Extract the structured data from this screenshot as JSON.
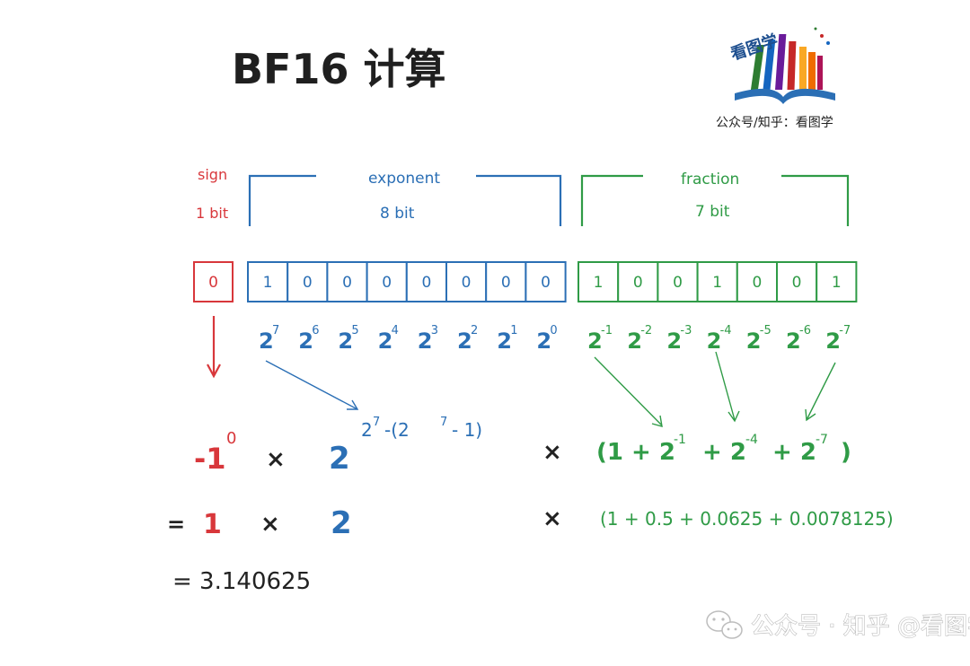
{
  "title": "BF16  计算",
  "brand": {
    "logo_text": "看图学",
    "caption": "公众号/知乎：看图学"
  },
  "fields": {
    "sign": {
      "name": "sign",
      "bits": "1 bit",
      "color": "#d8373b"
    },
    "exponent": {
      "name": "exponent",
      "bits": "8 bit",
      "color": "#2b6fb5"
    },
    "fraction": {
      "name": "fraction",
      "bits": "7 bit",
      "color": "#2f9b46"
    }
  },
  "bits": {
    "sign": [
      "0"
    ],
    "exponent": [
      "1",
      "0",
      "0",
      "0",
      "0",
      "0",
      "0",
      "0"
    ],
    "fraction": [
      "1",
      "0",
      "0",
      "1",
      "0",
      "0",
      "1"
    ]
  },
  "weights": {
    "exponent": [
      {
        "base": "2",
        "exp": "7"
      },
      {
        "base": "2",
        "exp": "6"
      },
      {
        "base": "2",
        "exp": "5"
      },
      {
        "base": "2",
        "exp": "4"
      },
      {
        "base": "2",
        "exp": "3"
      },
      {
        "base": "2",
        "exp": "2"
      },
      {
        "base": "2",
        "exp": "1"
      },
      {
        "base": "2",
        "exp": "0"
      }
    ],
    "fraction": [
      {
        "base": "2",
        "exp": "-1"
      },
      {
        "base": "2",
        "exp": "-2"
      },
      {
        "base": "2",
        "exp": "-3"
      },
      {
        "base": "2",
        "exp": "-4"
      },
      {
        "base": "2",
        "exp": "-5"
      },
      {
        "base": "2",
        "exp": "-6"
      },
      {
        "base": "2",
        "exp": "-7"
      }
    ]
  },
  "formula1": {
    "sign_base": "-1",
    "sign_exp": "0",
    "times1": "×",
    "exp_base": "2",
    "exp_exp_a": "7",
    "exp_exp_minus": "-(2",
    "exp_exp_b": "7",
    "exp_exp_tail": "- 1)",
    "times2": "×",
    "frac_open": "(1 + 2",
    "frac_e1": "-1",
    "frac_plus2": "+ 2",
    "frac_e2": "-4",
    "frac_plus3": "+ 2",
    "frac_e3": "-7",
    "frac_close": ")"
  },
  "formula2": {
    "eq": "=",
    "sign_val": "1",
    "times1": "×",
    "exp_val": "2",
    "times2": "×",
    "frac_val": "(1 + 0.5 + 0.0625 + 0.0078125)"
  },
  "result": "= 3.140625",
  "watermark": "公众号 · 知乎 @看图学"
}
